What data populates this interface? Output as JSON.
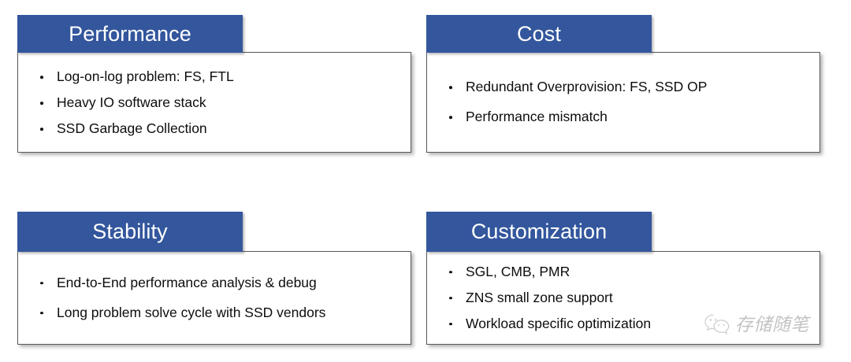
{
  "slide": {
    "background_color": "#FFFFFF",
    "banner_color": "#33569D",
    "banner_text_color": "#FFFFFF",
    "body_border_color": "#595959",
    "body_text_color": "#0D0D0D"
  },
  "cards": [
    {
      "id": "performance",
      "title": "Performance",
      "bullets": [
        "Log-on-log problem: FS, FTL",
        "Heavy IO software stack",
        "SSD Garbage Collection"
      ]
    },
    {
      "id": "cost",
      "title": "Cost",
      "bullets": [
        "Redundant Overprovision: FS, SSD OP",
        "Performance mismatch"
      ]
    },
    {
      "id": "stability",
      "title": "Stability",
      "bullets": [
        "End-to-End performance analysis & debug",
        "Long problem solve cycle with SSD vendors"
      ]
    },
    {
      "id": "customization",
      "title": "Customization",
      "bullets": [
        "SGL, CMB, PMR",
        "ZNS small zone support",
        "Workload specific optimization"
      ]
    }
  ],
  "watermark": {
    "icon": "wechat-icon",
    "text": "存储随笔",
    "color": "#C3C3C3"
  }
}
